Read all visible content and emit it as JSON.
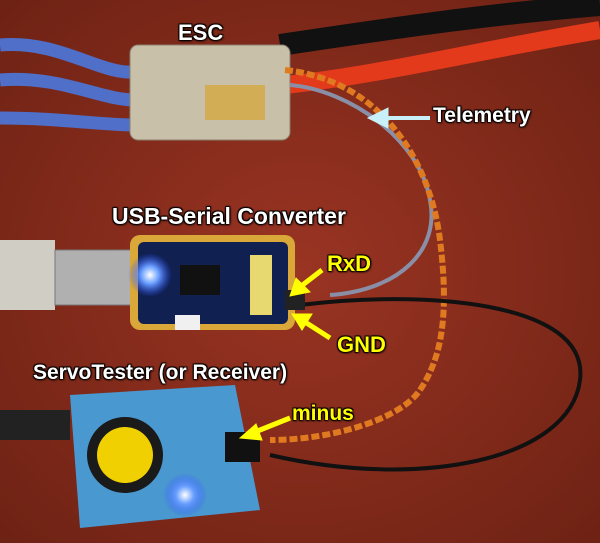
{
  "annotations": {
    "esc": "ESC",
    "telemetry": "Telemetry",
    "usb_serial": "USB-Serial Converter",
    "rxd": "RxD",
    "gnd": "GND",
    "servotester": "ServoTester (or Receiver)",
    "minus": "minus"
  },
  "colors": {
    "background": "#8b2e1e",
    "label_white": "#ffffff",
    "label_yellow": "#ffff00",
    "telemetry_arrow": "#c8f0f8"
  }
}
